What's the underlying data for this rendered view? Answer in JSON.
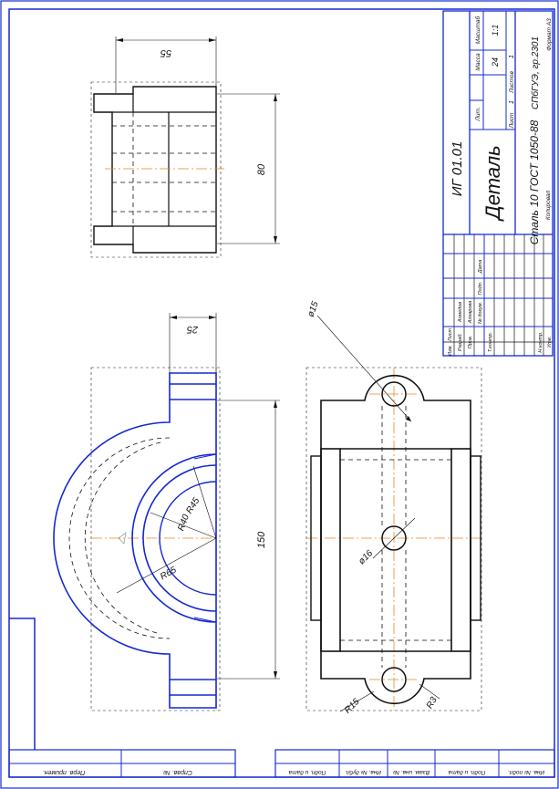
{
  "colors": {
    "outline": "#1428d2",
    "lines": "#111111",
    "axis": "#e08a1e"
  },
  "dimensions": {
    "width_55": "55",
    "height_80": "80",
    "thickness_25": "25",
    "length_150": "150",
    "radius_45": "R45",
    "radius_40": "R40",
    "radius_65": "R65",
    "hole_15": "ø15",
    "hole_16": "ø16",
    "radius_15": "R15",
    "radius_3": "R3"
  },
  "title_block": {
    "doc_code": "ИГ 01.01",
    "part_name": "Деталь",
    "material": "Сталь 10 ГОСТ 1050-88",
    "org": "СПбГУЭ, гр.2301",
    "lit_label": "Лит.",
    "mass_label": "Масса",
    "scale_label": "Масштаб",
    "mass_value": "24",
    "scale_value": "1:1",
    "sheet_label": "Лист",
    "sheet_value": "1",
    "sheets_label": "Листов",
    "sheets_value": "1",
    "copied": "Копировал",
    "format": "Формат A3",
    "roles": [
      "Изм.",
      "Лист",
      "№ докум.",
      "Подп.",
      "Дата",
      "Разраб.",
      "Пров.",
      "Т.контр.",
      "Н.контр.",
      "Утв."
    ],
    "developer": "Ахмедов",
    "checker": "Алгарова"
  },
  "bottom_strip": {
    "left_cells": [
      "Перв. примен.",
      "Справ. №"
    ],
    "right_cells": [
      "Подп. и дата",
      "Инв. № дубл.",
      "Взам. инв. №",
      "Подп. и дата",
      "Инв. № подл."
    ]
  }
}
